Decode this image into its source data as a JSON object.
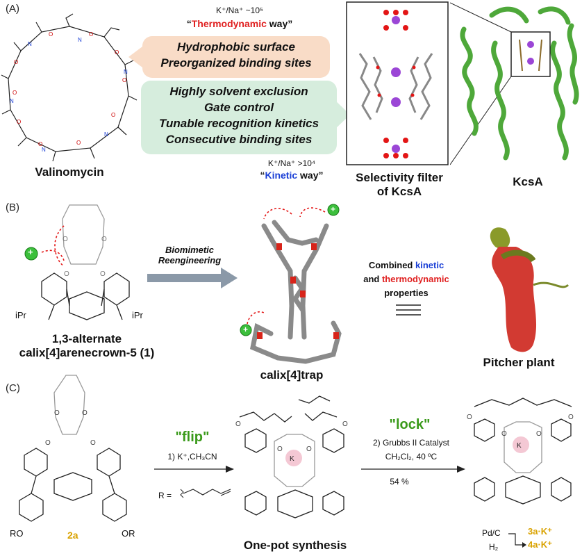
{
  "panels": {
    "a": "(A)",
    "b": "(B)",
    "c": "(C)"
  },
  "panel_a": {
    "thermo_ratio": "K⁺/Na⁺ ~10⁵",
    "thermo_quote_open": "“",
    "thermo_word": "Thermodynamic",
    "thermo_tail": " way”",
    "orange_lines": [
      "Hydrophobic surface",
      "Preorganized binding sites"
    ],
    "green_lines": [
      "Highly solvent exclusion",
      "Gate control",
      "Tunable recognition kinetics",
      "Consecutive binding sites"
    ],
    "kinetic_ratio": "K⁺/Na⁺ >10⁴",
    "kinetic_quote_open": "“",
    "kinetic_word": "Kinetic",
    "kinetic_tail": " way”",
    "valinomycin": "Valinomycin",
    "filter_line1": "Selectivity filter",
    "filter_line2": "of KcsA",
    "kcsa": "KcsA"
  },
  "panel_b": {
    "biomimetic_line1": "Biomimetic",
    "biomimetic_line2": "Reengineering",
    "combined_pre": "Combined ",
    "kinetic_word": "kinetic",
    "and_pre": "and ",
    "thermo_word": "thermodynamic",
    "properties": "properties",
    "compound_line1": "1,3-alternate",
    "compound_line2": "calix[4]arenecrown-5 (1)",
    "trap": "calix[4]trap",
    "pitcher": "Pitcher plant",
    "ipr": "iPr",
    "plus": "+"
  },
  "panel_c": {
    "flip": "\"flip\"",
    "lock": "\"lock\"",
    "step1": "1) K⁺,CH₃CN",
    "r_eq": "R =",
    "step2": "2) Grubbs II Catalyst",
    "solvent": "CH₂Cl₂, 40 ºC",
    "yield": "54 %",
    "label_2a": "2a",
    "ro_left": "RO",
    "or_right": "OR",
    "one_pot": "One-pot synthesis",
    "pdc": "Pd/C",
    "h2": "H₂",
    "product3": "3a·K⁺",
    "product4": "4a·K⁺",
    "k_plus": "K⁺"
  },
  "colors": {
    "thermo_red": "#e02020",
    "kinetic_blue": "#1a3fd6",
    "flip_green": "#3a9a1a",
    "product_gold": "#d9a200",
    "orange_pill": "#f9dcc7",
    "green_pill": "#d6eddd",
    "protein_green": "#4ea83a"
  }
}
